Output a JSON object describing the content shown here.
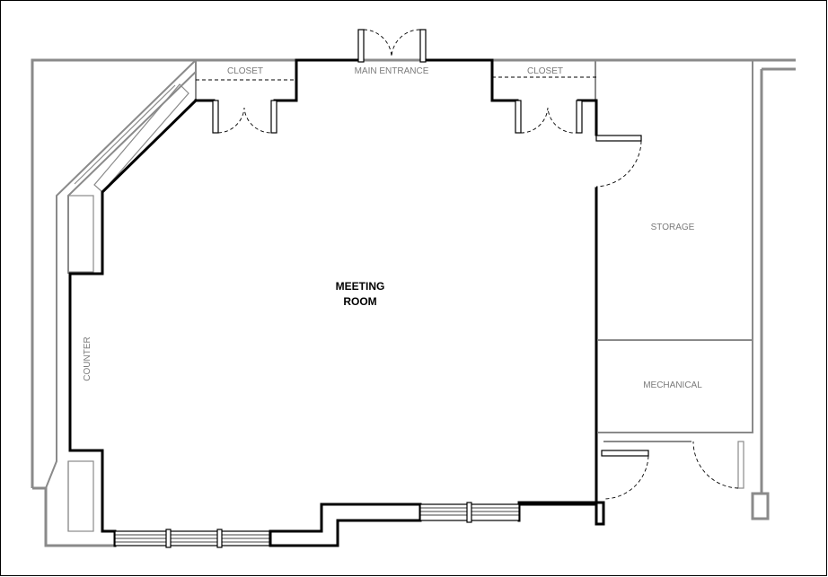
{
  "rooms": {
    "meeting_room_line1": "MEETING",
    "meeting_room_line2": "ROOM",
    "storage": "STORAGE",
    "mechanical": "MECHANICAL",
    "closet_left": "CLOSET",
    "closet_right": "CLOSET",
    "main_entrance": "MAIN ENTRANCE",
    "counter": "COUNTER"
  },
  "colors": {
    "wall": "#000000",
    "partition": "#8a8a8a",
    "background": "#ffffff"
  }
}
